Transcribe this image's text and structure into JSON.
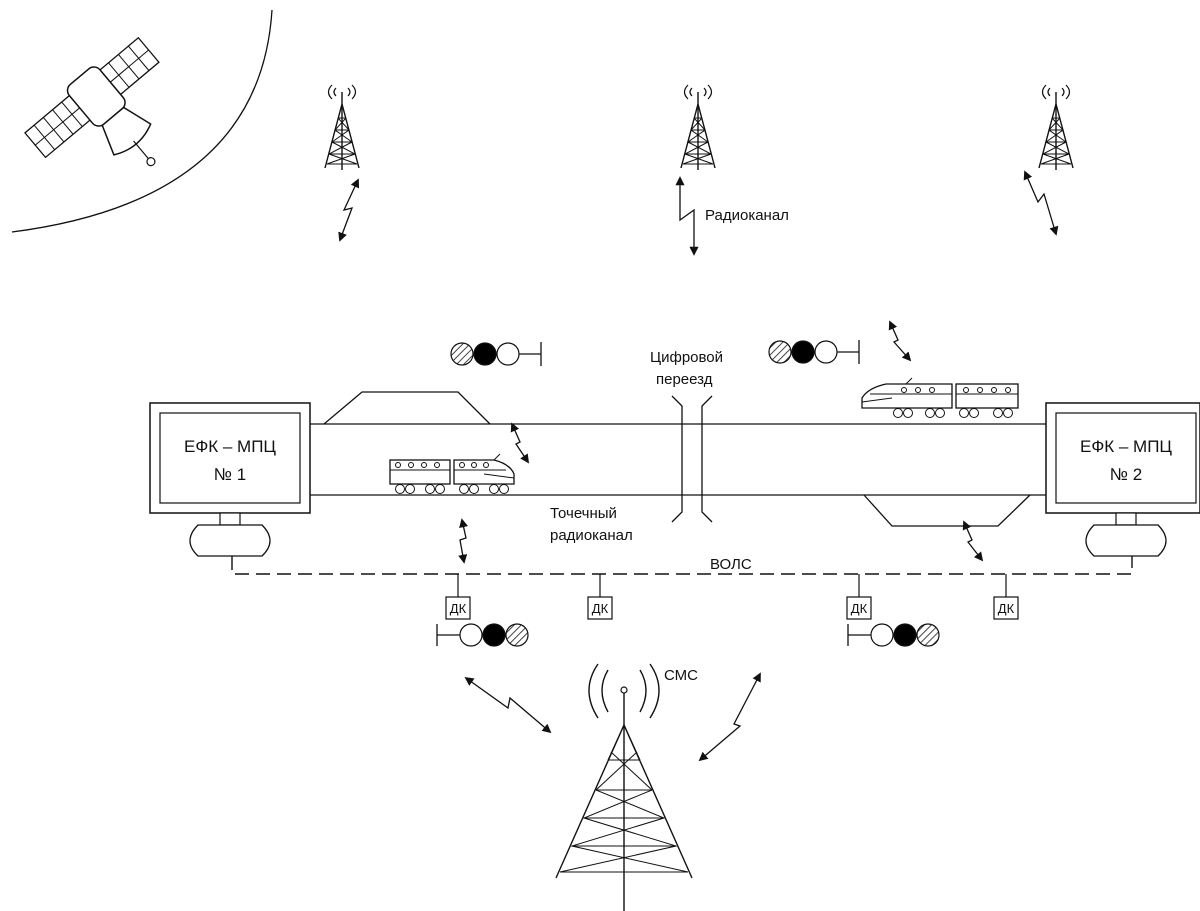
{
  "labels": {
    "radio_channel": "Радиоканал",
    "digital_crossing_line1": "Цифровой",
    "digital_crossing_line2": "переезд",
    "point_radio_line1": "Точечный",
    "point_radio_line2": "радиоканал",
    "fiber_line": "ВОЛС",
    "sms": "СМС"
  },
  "stations": [
    {
      "line1": "ЕФК – МПЦ",
      "line2": "№ 1"
    },
    {
      "line1": "ЕФК – МПЦ",
      "line2": "№ 2"
    }
  ],
  "dk_label": "ДК",
  "signal_colors": {
    "red": "#000000",
    "white": "#ffffff",
    "hatched": "#888888"
  }
}
